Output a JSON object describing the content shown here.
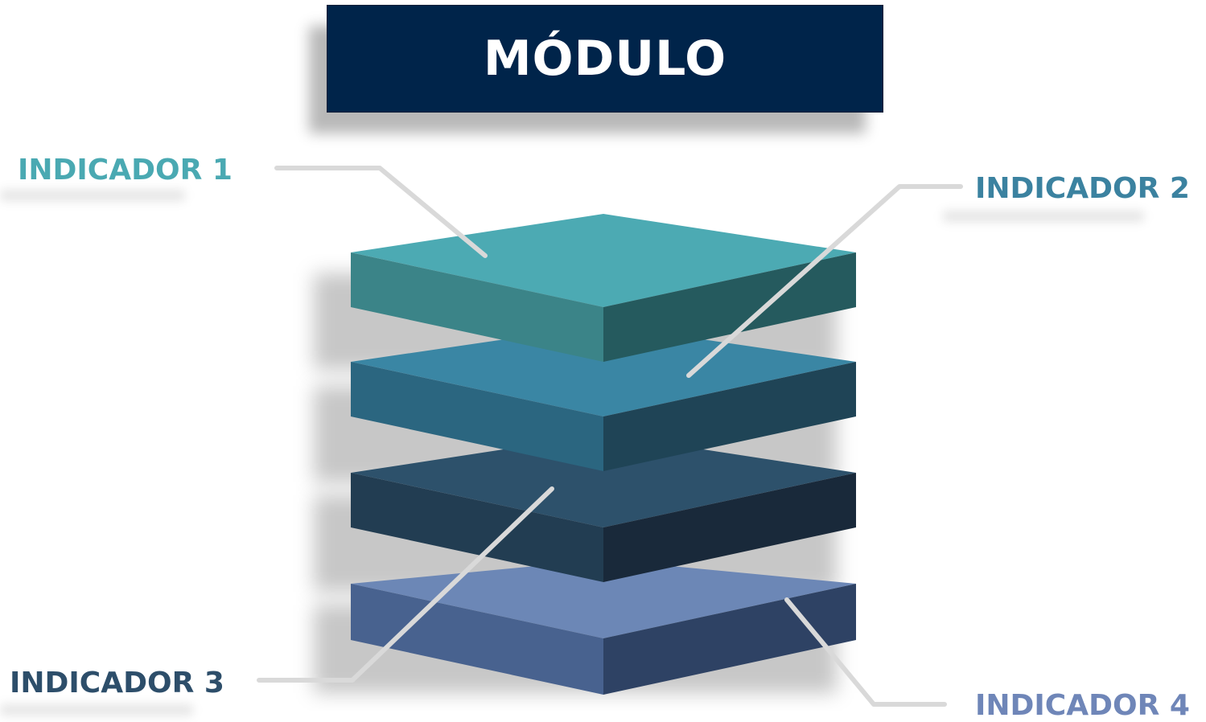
{
  "title": "MÓDULO",
  "indicators": [
    {
      "label": "INDICADOR 1",
      "color": "#4aa9b2"
    },
    {
      "label": "INDICADOR 2",
      "color": "#3b82a0"
    },
    {
      "label": "INDICADOR 3",
      "color": "#2d4e6a"
    },
    {
      "label": "INDICADOR 4",
      "color": "#6f86b8"
    }
  ],
  "layers": [
    {
      "top": "#4caab3",
      "left": "#3b8488",
      "right": "#255a5e"
    },
    {
      "top": "#3a86a4",
      "left": "#2b6680",
      "right": "#1f4456"
    },
    {
      "top": "#2d516b",
      "left": "#223d52",
      "right": "#19293a"
    },
    {
      "top": "#6c87b6",
      "left": "#48628f",
      "right": "#2e4264"
    }
  ],
  "connector_color": "#d9d9d9",
  "title_bg": "#00244a"
}
